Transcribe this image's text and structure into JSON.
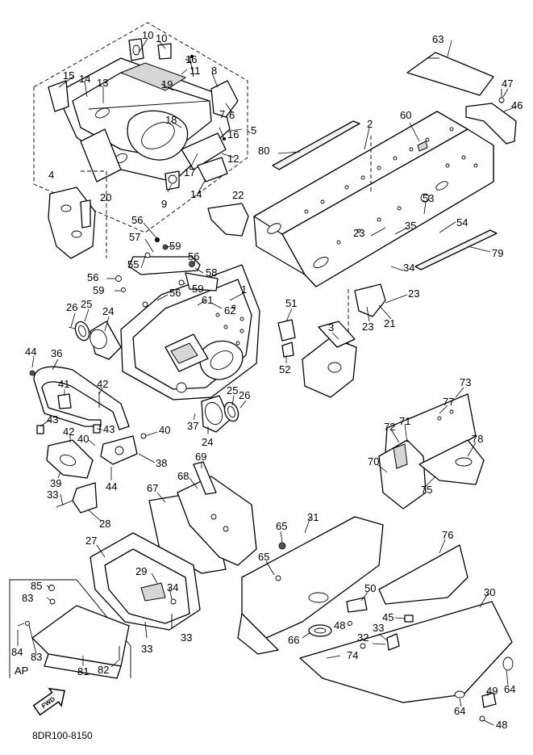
{
  "callouts": [
    {
      "id": "c10a",
      "text": "10"
    },
    {
      "id": "c10b",
      "text": "10"
    },
    {
      "id": "c16a",
      "text": "16"
    },
    {
      "id": "c11",
      "text": "11"
    },
    {
      "id": "c8",
      "text": "8"
    },
    {
      "id": "c15",
      "text": "15"
    },
    {
      "id": "c14a",
      "text": "14"
    },
    {
      "id": "c13",
      "text": "13"
    },
    {
      "id": "c19",
      "text": "19"
    },
    {
      "id": "c6",
      "text": "6"
    },
    {
      "id": "c7",
      "text": "7"
    },
    {
      "id": "c18",
      "text": "18"
    },
    {
      "id": "c16b",
      "text": "16"
    },
    {
      "id": "c5",
      "text": "5"
    },
    {
      "id": "c12",
      "text": "12"
    },
    {
      "id": "c17",
      "text": "17"
    },
    {
      "id": "c9",
      "text": "9"
    },
    {
      "id": "c14b",
      "text": "14"
    },
    {
      "id": "c4",
      "text": "4"
    },
    {
      "id": "c20",
      "text": "20"
    },
    {
      "id": "c22",
      "text": "22"
    },
    {
      "id": "c63",
      "text": "63"
    },
    {
      "id": "c47",
      "text": "47"
    },
    {
      "id": "c46",
      "text": "46"
    },
    {
      "id": "c60",
      "text": "60"
    },
    {
      "id": "c2",
      "text": "2"
    },
    {
      "id": "c80",
      "text": "80"
    },
    {
      "id": "c53",
      "text": "53"
    },
    {
      "id": "c54",
      "text": "54"
    },
    {
      "id": "c23a",
      "text": "23"
    },
    {
      "id": "c35",
      "text": "35"
    },
    {
      "id": "c79",
      "text": "79"
    },
    {
      "id": "c34a",
      "text": "34"
    },
    {
      "id": "c23b",
      "text": "23"
    },
    {
      "id": "c23c",
      "text": "23"
    },
    {
      "id": "c21",
      "text": "21"
    },
    {
      "id": "c56a",
      "text": "56"
    },
    {
      "id": "c57",
      "text": "57"
    },
    {
      "id": "c59a",
      "text": "59"
    },
    {
      "id": "c56b",
      "text": "56"
    },
    {
      "id": "c55",
      "text": "55"
    },
    {
      "id": "c58",
      "text": "58"
    },
    {
      "id": "c56c",
      "text": "56"
    },
    {
      "id": "c59b",
      "text": "59"
    },
    {
      "id": "c56d",
      "text": "56"
    },
    {
      "id": "c59c",
      "text": "59"
    },
    {
      "id": "c1",
      "text": "1"
    },
    {
      "id": "c61",
      "text": "61"
    },
    {
      "id": "c62",
      "text": "62"
    },
    {
      "id": "c26a",
      "text": "26"
    },
    {
      "id": "c25a",
      "text": "25"
    },
    {
      "id": "c24a",
      "text": "24"
    },
    {
      "id": "c51",
      "text": "51"
    },
    {
      "id": "c3",
      "text": "3"
    },
    {
      "id": "c52",
      "text": "52"
    },
    {
      "id": "c44a",
      "text": "44"
    },
    {
      "id": "c36",
      "text": "36"
    },
    {
      "id": "c41",
      "text": "41"
    },
    {
      "id": "c42a",
      "text": "42"
    },
    {
      "id": "c43a",
      "text": "43"
    },
    {
      "id": "c43b",
      "text": "43"
    },
    {
      "id": "c42b",
      "text": "42"
    },
    {
      "id": "c40a",
      "text": "40"
    },
    {
      "id": "c40b",
      "text": "40"
    },
    {
      "id": "c37",
      "text": "37"
    },
    {
      "id": "c24b",
      "text": "24"
    },
    {
      "id": "c25b",
      "text": "25"
    },
    {
      "id": "c26b",
      "text": "26"
    },
    {
      "id": "c39",
      "text": "39"
    },
    {
      "id": "c38",
      "text": "38"
    },
    {
      "id": "c44b",
      "text": "44"
    },
    {
      "id": "c33a",
      "text": "33"
    },
    {
      "id": "c28",
      "text": "28"
    },
    {
      "id": "c73",
      "text": "73"
    },
    {
      "id": "c77",
      "text": "77"
    },
    {
      "id": "c72",
      "text": "72"
    },
    {
      "id": "c71",
      "text": "71"
    },
    {
      "id": "c78",
      "text": "78"
    },
    {
      "id": "c70",
      "text": "70"
    },
    {
      "id": "c75",
      "text": "75"
    },
    {
      "id": "c69",
      "text": "69"
    },
    {
      "id": "c68",
      "text": "68"
    },
    {
      "id": "c67",
      "text": "67"
    },
    {
      "id": "c27",
      "text": "27"
    },
    {
      "id": "c29",
      "text": "29"
    },
    {
      "id": "c34b",
      "text": "34"
    },
    {
      "id": "c33b",
      "text": "33"
    },
    {
      "id": "c33c",
      "text": "33"
    },
    {
      "id": "c31",
      "text": "31"
    },
    {
      "id": "c65a",
      "text": "65"
    },
    {
      "id": "c65b",
      "text": "65"
    },
    {
      "id": "c76",
      "text": "76"
    },
    {
      "id": "c50",
      "text": "50"
    },
    {
      "id": "c30",
      "text": "30"
    },
    {
      "id": "c66",
      "text": "66"
    },
    {
      "id": "c48a",
      "text": "48"
    },
    {
      "id": "c45",
      "text": "45"
    },
    {
      "id": "c33d",
      "text": "33"
    },
    {
      "id": "c32",
      "text": "32"
    },
    {
      "id": "c74",
      "text": "74"
    },
    {
      "id": "c64a",
      "text": "64"
    },
    {
      "id": "c49",
      "text": "49"
    },
    {
      "id": "c64b",
      "text": "64"
    },
    {
      "id": "c48b",
      "text": "48"
    },
    {
      "id": "c85",
      "text": "85"
    },
    {
      "id": "c83a",
      "text": "83"
    },
    {
      "id": "c84",
      "text": "84"
    },
    {
      "id": "c83b",
      "text": "83"
    },
    {
      "id": "c81",
      "text": "81"
    },
    {
      "id": "c82",
      "text": "82"
    }
  ],
  "inset_label": "AP",
  "fwd_label": "FWD",
  "figure_code": "8DR100-8150"
}
